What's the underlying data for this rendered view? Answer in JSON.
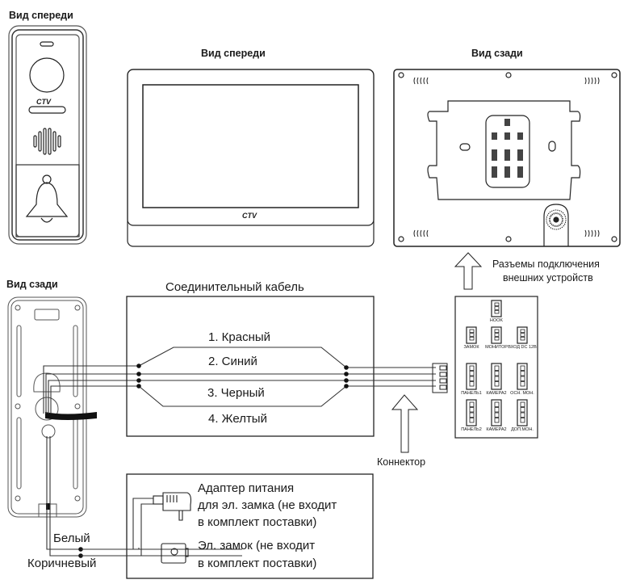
{
  "panel_front": {
    "title": "Вид спереди",
    "logo": "CTV"
  },
  "panel_back": {
    "title": "Вид сзади"
  },
  "monitor_front": {
    "title": "Вид спереди",
    "logo": "CTV"
  },
  "monitor_back": {
    "title": "Вид сзади"
  },
  "connectors_callout": {
    "line1": "Разъемы подключения",
    "line2": "внешних устройств"
  },
  "connector_panel": {
    "ports": [
      {
        "label": "HOOK"
      },
      {
        "label": "ЗАМОК"
      },
      {
        "label": "МОНИТОР"
      },
      {
        "label": "ВХОД DC 12В"
      },
      {
        "label": "ПАНЕЛЬ1"
      },
      {
        "label": "КАМЕРА2"
      },
      {
        "label": "ОСН. МОН."
      },
      {
        "label": "ПАНЕЛЬ2"
      },
      {
        "label": "КАМЕРА2"
      },
      {
        "label": "ДОП.МОН."
      }
    ]
  },
  "cable": {
    "title": "Соединительный кабель",
    "wires": [
      {
        "label": "1. Красный"
      },
      {
        "label": "2. Синий"
      },
      {
        "label": "3. Черный"
      },
      {
        "label": "4. Желтый"
      }
    ],
    "connector_label": "Коннектор"
  },
  "lock": {
    "adapter_line1": "Адаптер питания",
    "adapter_line2": "для эл. замка (не входит",
    "adapter_line3": "в комплект поставки)",
    "lock_line1": "Эл. замок (не входит",
    "lock_line2": "в комплект поставки)",
    "wire_white": "Белый",
    "wire_brown": "Коричневый"
  }
}
